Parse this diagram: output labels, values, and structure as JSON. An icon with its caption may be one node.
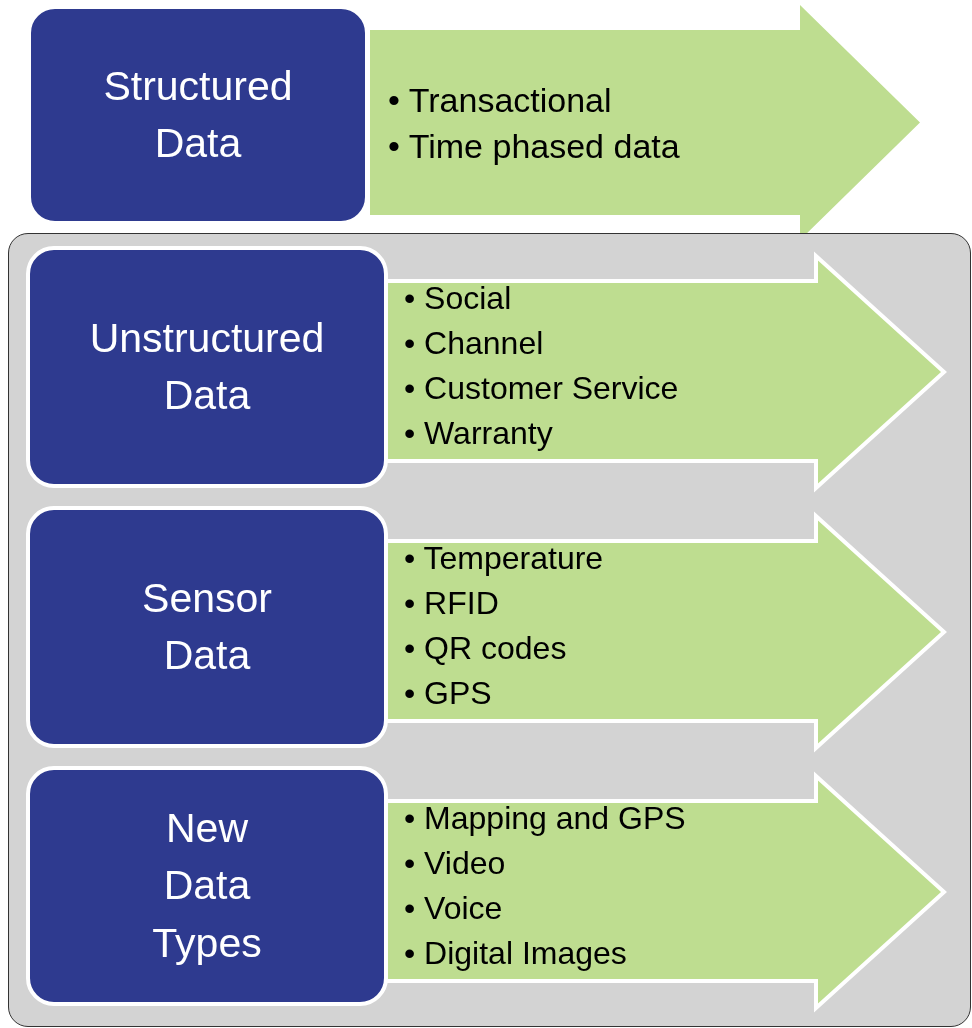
{
  "diagram": {
    "nodes": [
      {
        "text": [
          "Structured Data"
        ]
      },
      {
        "text": [
          "• Transactional",
          "• Time phased data"
        ]
      },
      {
        "text": [],
        "shape": "box"
      },
      {
        "text": [
          "Unstructured Data"
        ],
        "in": 2
      },
      {
        "text": [
          "• Social",
          "• Channel",
          "• Customer Service",
          "• Warranty"
        ],
        "in": 2
      },
      {
        "text": [
          "Sensor Data"
        ],
        "in": 2
      },
      {
        "text": [
          "• Temperature",
          "• RFID",
          "• QR codes",
          "• GPS"
        ],
        "in": 2
      },
      {
        "text": [
          "New Data Types"
        ],
        "in": 2
      },
      {
        "text": [
          "• Mapping and GPS",
          "• Video",
          "• Voice",
          "• Digital Images"
        ],
        "in": 2
      }
    ]
  }
}
